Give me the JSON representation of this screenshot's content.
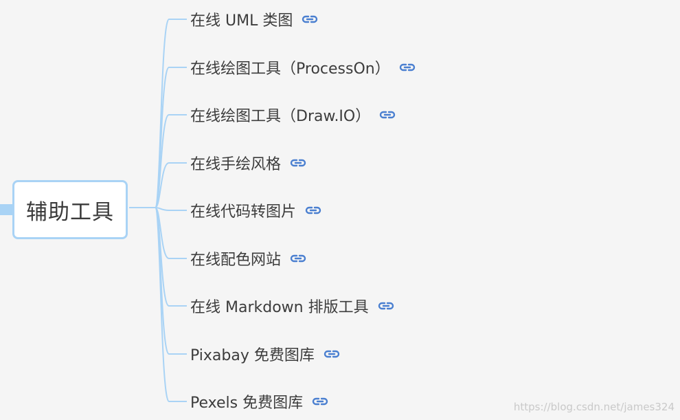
{
  "root": {
    "label": "辅助工具"
  },
  "children": [
    {
      "label": "在线 UML 类图"
    },
    {
      "label": "在线绘图工具（ProcessOn）"
    },
    {
      "label": "在线绘图工具（Draw.IO）"
    },
    {
      "label": "在线手绘风格"
    },
    {
      "label": "在线代码转图片"
    },
    {
      "label": "在线配色网站"
    },
    {
      "label": "在线 Markdown 排版工具"
    },
    {
      "label": "Pixabay 免费图库"
    },
    {
      "label": "Pexels 免费图库"
    }
  ],
  "watermark": "https://blog.csdn.net/james324",
  "colors": {
    "branch": "#a9d3f5",
    "link_icon": "#4a7fd0",
    "text": "#3c3c3c"
  }
}
